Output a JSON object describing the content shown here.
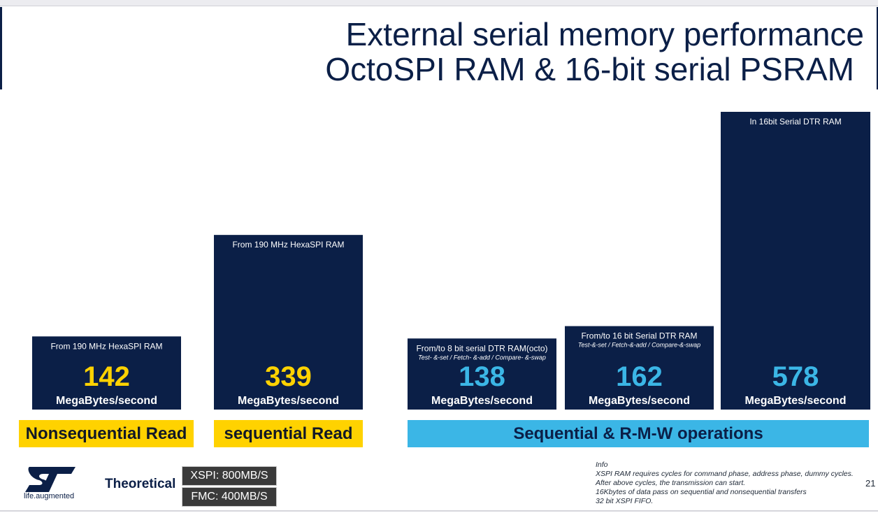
{
  "slide": {
    "title_line1": "External serial memory performance",
    "title_line2": "OctoSPI RAM & 16-bit serial PSRAM",
    "page_number": "21"
  },
  "chart_data": {
    "type": "bar",
    "title": "",
    "xlabel": "",
    "ylabel": "",
    "ylim": [
      0,
      700
    ],
    "grid": false,
    "unit_label": "MegaBytes/second",
    "bars": [
      {
        "value": 142,
        "label": "From 190 MHz HexaSPI RAM",
        "sublabel": "",
        "value_color": "#ffd200"
      },
      {
        "value": 339,
        "label": "From 190 MHz HexaSPI RAM",
        "sublabel": "",
        "value_color": "#ffd200"
      },
      {
        "value": 138,
        "label": "From/to 8 bit serial DTR RAM(octo)",
        "sublabel": "Test- &-set / Fetch- &-add / Compare- &-swap",
        "value_color": "#3bb6e6"
      },
      {
        "value": 162,
        "label": "From/to 16 bit Serial DTR RAM",
        "sublabel": "Test-&-set / Fetch-&-add / Compare-&-swap",
        "value_color": "#3bb6e6"
      },
      {
        "value": 578,
        "label": "In 16bit Serial DTR RAM",
        "sublabel": "",
        "value_color": "#3bb6e6"
      }
    ],
    "categories": [
      "Nonsequential Read",
      "sequential Read",
      "Sequential & R-M-W operations"
    ],
    "colors": {
      "bar": "#0b1f47",
      "yellow": "#ffd200",
      "blue": "#3bb6e6"
    }
  },
  "footer": {
    "logo_text": "life.augmented",
    "theoretical_label": "Theoretical",
    "xspi": "XSPI: 800MB/S",
    "fmc": "FMC: 400MB/S",
    "info": [
      "Info",
      "XSPI RAM requires cycles for command phase, address phase, dummy cycles.",
      "After above cycles, the transmission can start.",
      "16Kbytes of data pass on sequential and nonsequential transfers",
      "32 bit XSPI FIFO."
    ]
  }
}
